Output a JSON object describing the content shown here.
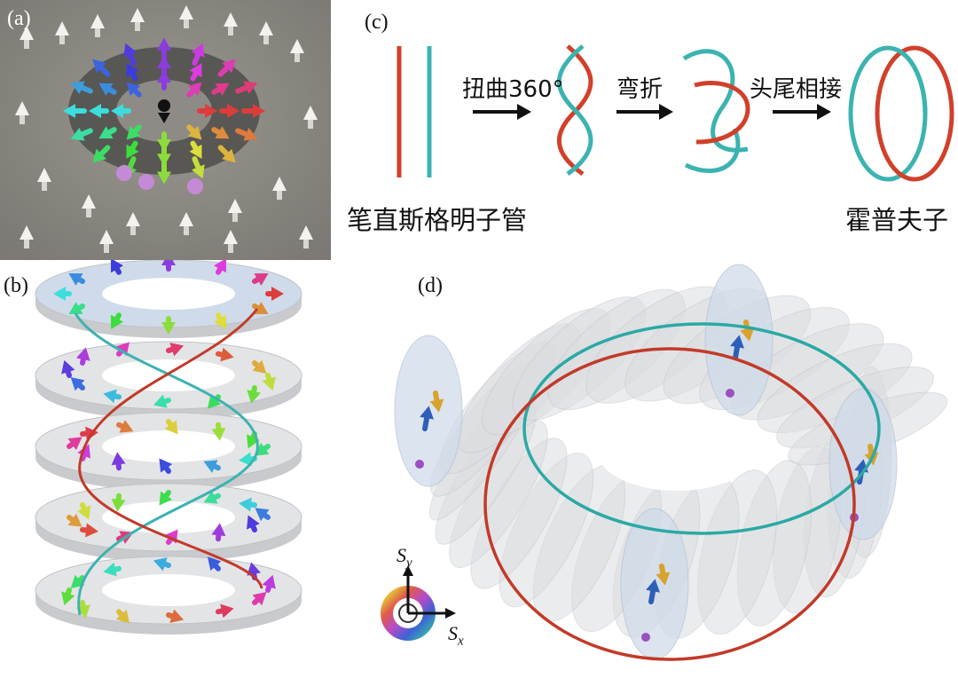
{
  "panels": {
    "a": {
      "label": "(a)"
    },
    "b": {
      "label": "(b)"
    },
    "c": {
      "label": "(c)",
      "steps": [
        "扭曲360°",
        "弯折",
        "头尾相接"
      ],
      "caption_left": "笔直斯格明子管",
      "caption_right": "霍普夫子"
    },
    "d": {
      "label": "(d)",
      "axis_y": "S",
      "axis_y_sub": "y",
      "axis_x": "S",
      "axis_x_sub": "x"
    }
  },
  "colors": {
    "red": "#d1402a",
    "teal": "#3bb3b1",
    "panel_a_bg": "#8a8782",
    "ring_dark": "#555555",
    "disk_gray": "#dcdde0"
  }
}
